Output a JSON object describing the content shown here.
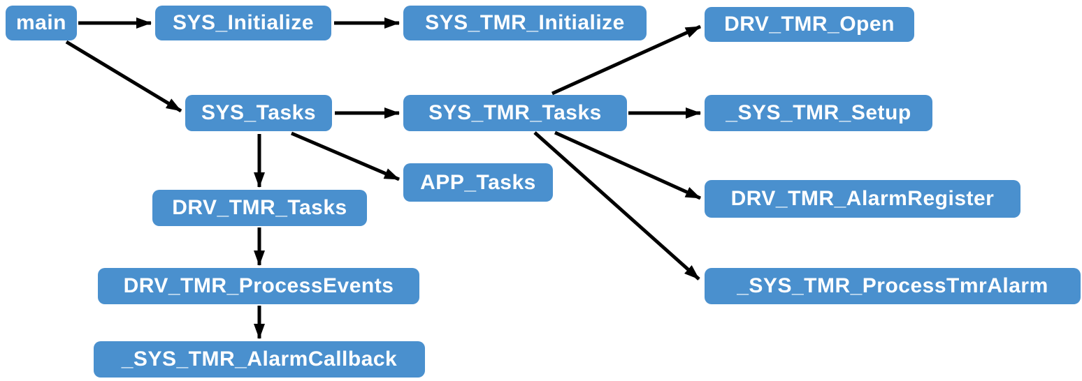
{
  "diagram": {
    "type": "call-graph",
    "background_color": "#ffffff",
    "node_fill_color": "#4a90ce",
    "node_text_color": "#ffffff",
    "edge_color": "#000000",
    "nodes": [
      {
        "id": "main",
        "label": "main"
      },
      {
        "id": "SYS_Initialize",
        "label": "SYS_Initialize"
      },
      {
        "id": "SYS_TMR_Initialize",
        "label": "SYS_TMR_Initialize"
      },
      {
        "id": "DRV_TMR_Open",
        "label": "DRV_TMR_Open"
      },
      {
        "id": "SYS_Tasks",
        "label": "SYS_Tasks"
      },
      {
        "id": "SYS_TMR_Tasks",
        "label": "SYS_TMR_Tasks"
      },
      {
        "id": "_SYS_TMR_Setup",
        "label": "_SYS_TMR_Setup"
      },
      {
        "id": "APP_Tasks",
        "label": "APP_Tasks"
      },
      {
        "id": "DRV_TMR_Tasks",
        "label": "DRV_TMR_Tasks"
      },
      {
        "id": "DRV_TMR_AlarmRegister",
        "label": "DRV_TMR_AlarmRegister"
      },
      {
        "id": "DRV_TMR_ProcessEvents",
        "label": "DRV_TMR_ProcessEvents"
      },
      {
        "id": "_SYS_TMR_ProcessTmrAlarm",
        "label": "_SYS_TMR_ProcessTmrAlarm"
      },
      {
        "id": "_SYS_TMR_AlarmCallback",
        "label": "_SYS_TMR_AlarmCallback"
      }
    ],
    "edges": [
      {
        "from": "main",
        "to": "SYS_Initialize"
      },
      {
        "from": "SYS_Initialize",
        "to": "SYS_TMR_Initialize"
      },
      {
        "from": "main",
        "to": "SYS_Tasks"
      },
      {
        "from": "SYS_Tasks",
        "to": "SYS_TMR_Tasks"
      },
      {
        "from": "SYS_Tasks",
        "to": "DRV_TMR_Tasks"
      },
      {
        "from": "SYS_Tasks",
        "to": "APP_Tasks"
      },
      {
        "from": "SYS_TMR_Tasks",
        "to": "DRV_TMR_Open"
      },
      {
        "from": "SYS_TMR_Tasks",
        "to": "_SYS_TMR_Setup"
      },
      {
        "from": "SYS_TMR_Tasks",
        "to": "DRV_TMR_AlarmRegister"
      },
      {
        "from": "SYS_TMR_Tasks",
        "to": "_SYS_TMR_ProcessTmrAlarm"
      },
      {
        "from": "DRV_TMR_Tasks",
        "to": "DRV_TMR_ProcessEvents"
      },
      {
        "from": "DRV_TMR_ProcessEvents",
        "to": "_SYS_TMR_AlarmCallback"
      }
    ]
  }
}
